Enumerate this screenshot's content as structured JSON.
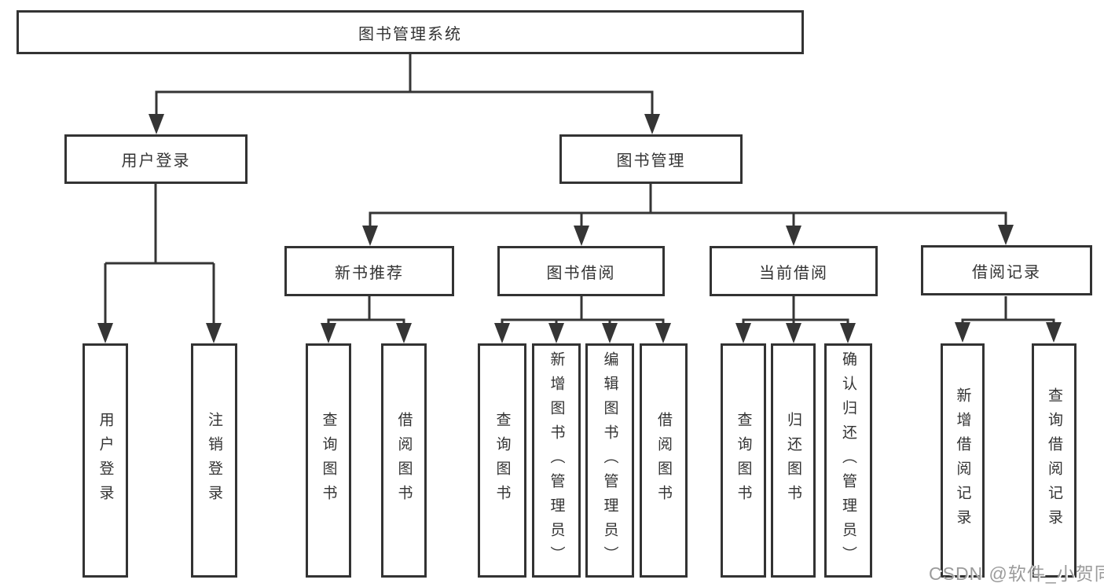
{
  "diagram": {
    "title": "图书管理系统",
    "root": {
      "label": "图书管理系统"
    },
    "level2_nodes": [
      {
        "label": "用户登录"
      },
      {
        "label": "图书管理"
      }
    ],
    "level3_nodes": [
      {
        "label": "新书推荐",
        "parent": "图书管理"
      },
      {
        "label": "图书借阅",
        "parent": "图书管理"
      },
      {
        "label": "当前借阅",
        "parent": "图书管理"
      },
      {
        "label": "借阅记录",
        "parent": "图书管理"
      }
    ],
    "leaf_nodes": [
      {
        "label": "用户登录",
        "parent": "用户登录"
      },
      {
        "label": "注销登录",
        "parent": "用户登录"
      },
      {
        "label": "查询图书",
        "parent": "新书推荐"
      },
      {
        "label": "借阅图书",
        "parent": "新书推荐"
      },
      {
        "label": "查询图书",
        "parent": "图书借阅"
      },
      {
        "label": "新增图书（管理员）",
        "parent": "图书借阅"
      },
      {
        "label": "编辑图书（管理员）",
        "parent": "图书借阅"
      },
      {
        "label": "借阅图书",
        "parent": "图书借阅"
      },
      {
        "label": "查询图书",
        "parent": "当前借阅"
      },
      {
        "label": "归还图书",
        "parent": "当前借阅"
      },
      {
        "label": "确认归还（管理员）",
        "parent": "当前借阅"
      },
      {
        "label": "新增借阅记录",
        "parent": "借阅记录"
      },
      {
        "label": "查询借阅记录",
        "parent": "借阅记录"
      }
    ]
  },
  "watermark": {
    "text": "CSDN @软件_小贺同学"
  },
  "colors": {
    "line": "#353535",
    "box_border": "#333333",
    "text": "#333333",
    "background": "#ffffff",
    "watermark": "#9b9b9b"
  }
}
